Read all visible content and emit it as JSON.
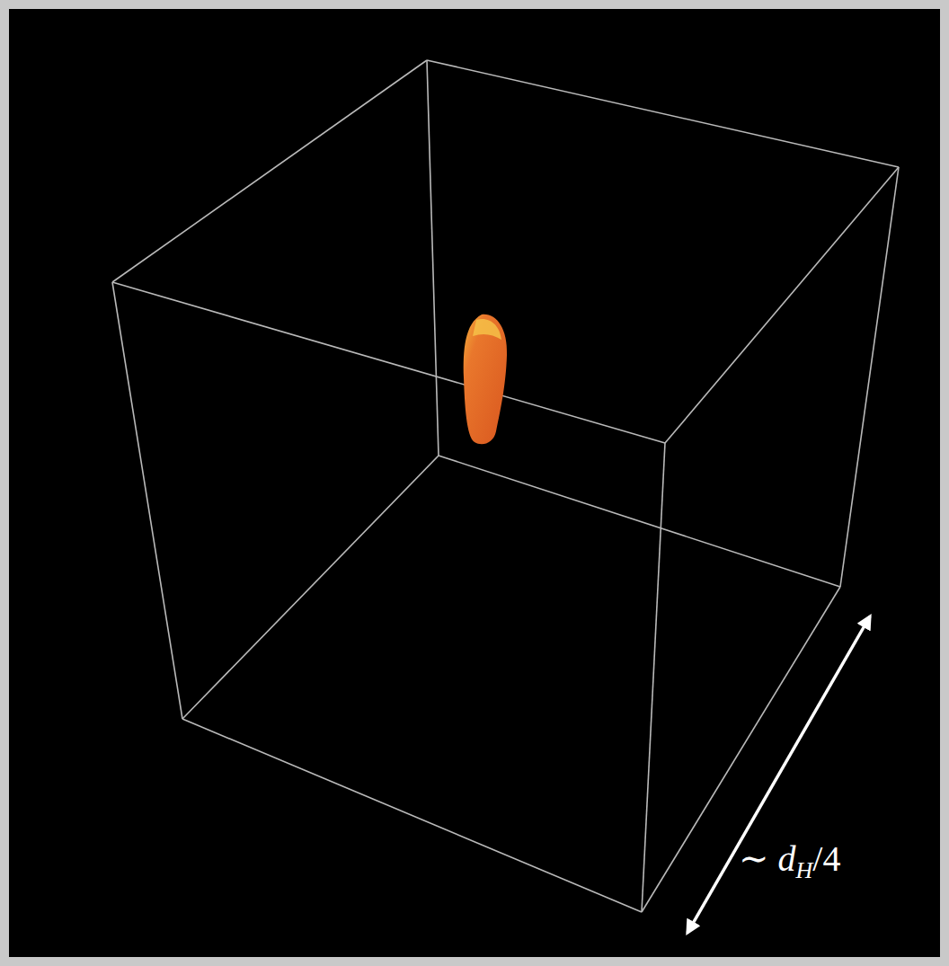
{
  "diagram": {
    "labels": [
      "∼ d",
      "H",
      "/4"
    ]
  }
}
